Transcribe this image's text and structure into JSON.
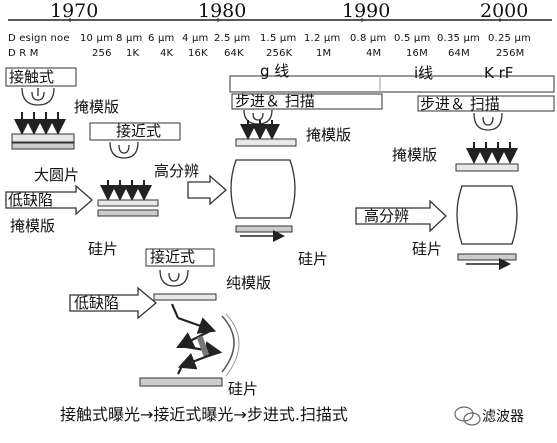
{
  "timeline": {
    "years": [
      "1970",
      "1980",
      "1990",
      "2000"
    ],
    "design_rule_label": "D esign noe",
    "design_rules": [
      "10 μm",
      "8 μm",
      "6 μm",
      "4 μm",
      "2.5 μm",
      "1.5 μm",
      "1.2 μm",
      "0.8 μm",
      "0.5 μm",
      "0.35 μm",
      "0.25 μm"
    ],
    "dram_label": "D R M",
    "dram_sizes": [
      "256",
      "1K",
      "4K",
      "16K",
      "64K",
      "256K",
      "1M",
      "4M",
      "16M",
      "64M",
      "256M"
    ]
  },
  "labels": {
    "contact": "接触式",
    "mask1": "掩模版",
    "proximity1": "接近式",
    "big_wafer": "大圆片",
    "low_defect1": "低缺陷",
    "mask2": "掩模版",
    "wafer1": "硅片",
    "high_res1": "高分辨",
    "g_line": "g 线",
    "stepper1": "步进＆ 扫描",
    "mask3": "掩模版",
    "wafer2": "硅片",
    "i_line": "i线",
    "krf": "K rF",
    "stepper2": "步进＆ 扫描",
    "mask4": "掩模版",
    "high_res2": "高分辨",
    "wafer3": "硅片",
    "proximity2": "接近式",
    "pure_mask": "纯模版",
    "low_defect2": "低缺陷",
    "wafer4": "硅片"
  },
  "caption": "接触式曝光→接近式曝光→步进式.扫描式",
  "watermark": "滤波器"
}
